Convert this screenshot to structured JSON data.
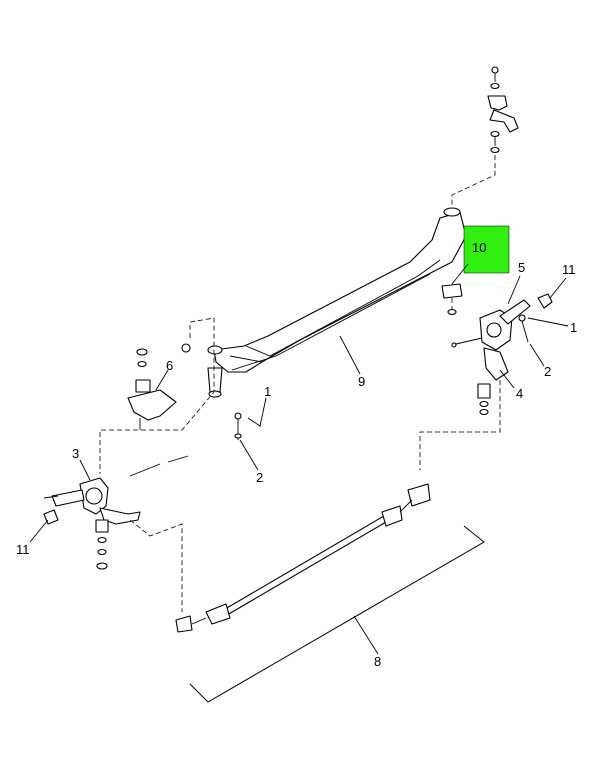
{
  "diagram": {
    "highlight_color": "#33ee11",
    "callouts": {
      "c1_right": "1",
      "c1_left": "1",
      "c2_right": "2",
      "c2_left": "2",
      "c3": "3",
      "c4": "4",
      "c5": "5",
      "c6": "6",
      "c8": "8",
      "c9": "9",
      "c10": "10",
      "c11_right": "11",
      "c11_left": "11"
    }
  }
}
